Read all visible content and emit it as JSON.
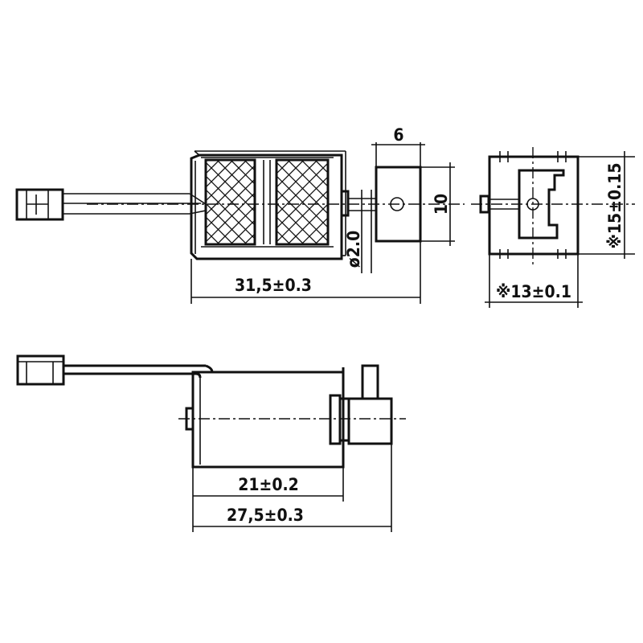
{
  "dimensions": {
    "top_width": "6",
    "top_height": "10",
    "shaft_diameter": "ø2.0",
    "overall_length_top": "31,5±0.3",
    "body_width": "※13±0.1",
    "body_height": "※15±0.15",
    "body_length_side": "21±0.2",
    "overall_length_side": "27,5±0.3"
  }
}
